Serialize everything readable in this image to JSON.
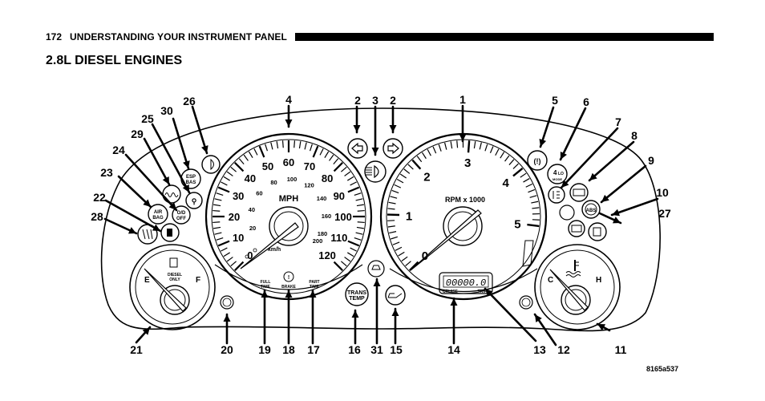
{
  "header": {
    "page_number": "172",
    "title": "UNDERSTANDING YOUR INSTRUMENT PANEL"
  },
  "section": {
    "title": "2.8L DIESEL ENGINES"
  },
  "speedometer": {
    "mph_major": [
      "0",
      "10",
      "20",
      "30",
      "40",
      "50",
      "60",
      "70",
      "80",
      "90",
      "100",
      "110",
      "120"
    ],
    "kmh_minor": [
      "0",
      "20",
      "40",
      "60",
      "80",
      "100",
      "120",
      "140",
      "160",
      "180",
      "200"
    ],
    "mph_label": "MPH",
    "kmh_label": "km/h",
    "needle_mph": 0
  },
  "tachometer": {
    "major": [
      "0",
      "1",
      "2",
      "3",
      "4",
      "5"
    ],
    "label": "RPM x 1000",
    "needle_rpm": 0
  },
  "odometer": {
    "display": "00000.0",
    "left_label": "CRUISE",
    "right_label": "TRIP"
  },
  "fuel_gauge": {
    "empty": "E",
    "full": "F",
    "label_line1": "DIESEL",
    "label_line2": "ONLY"
  },
  "temp_gauge": {
    "cold": "C",
    "hot": "H"
  },
  "indicators": {
    "full_time": [
      "FULL",
      "TIME"
    ],
    "brake": "BRAKE",
    "part_time": [
      "PART",
      "TIME"
    ],
    "trans_temp": [
      "TRANS",
      "TEMP"
    ],
    "esp_bas": [
      "ESP",
      "BAS"
    ],
    "air_bag": [
      "AIR",
      "BAG"
    ],
    "od_off": [
      "O/D",
      "OFF"
    ],
    "four_lo": [
      "4",
      "LO",
      "MODE"
    ],
    "abs": "ABS"
  },
  "callouts": [
    "1",
    "2",
    "2",
    "3",
    "4",
    "5",
    "6",
    "7",
    "8",
    "9",
    "10",
    "11",
    "12",
    "13",
    "14",
    "15",
    "16",
    "17",
    "18",
    "19",
    "20",
    "21",
    "22",
    "23",
    "24",
    "25",
    "26",
    "27",
    "28",
    "29",
    "30",
    "31"
  ],
  "figure_code": "8165a537"
}
